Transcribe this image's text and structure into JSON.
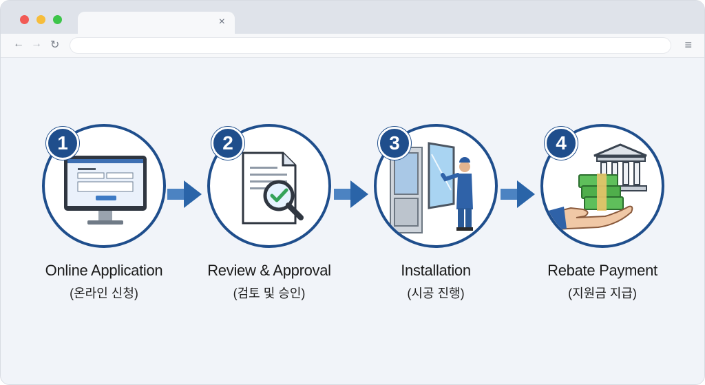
{
  "browser": {
    "tab_close_glyph": "×",
    "nav_back_glyph": "←",
    "nav_forward_glyph": "→",
    "nav_reload_glyph": "↻",
    "menu_glyph": "≡",
    "address_value": ""
  },
  "steps": [
    {
      "number": "1",
      "label": "Online Application",
      "sublabel": "(온라인 신청)",
      "icon": "computer-form-icon"
    },
    {
      "number": "2",
      "label": "Review & Approval",
      "sublabel": "(검토 및 승인)",
      "icon": "document-magnifier-icon"
    },
    {
      "number": "3",
      "label": "Installation",
      "sublabel": "(시공 진행)",
      "icon": "window-installer-icon"
    },
    {
      "number": "4",
      "label": "Rebate Payment",
      "sublabel": "(지원금 지급)",
      "icon": "bank-cash-hand-icon"
    }
  ],
  "colors": {
    "accent": "#1f4e8c",
    "arrow": "#2f6fb8",
    "money": "#3e9a45",
    "check": "#34a35a"
  }
}
